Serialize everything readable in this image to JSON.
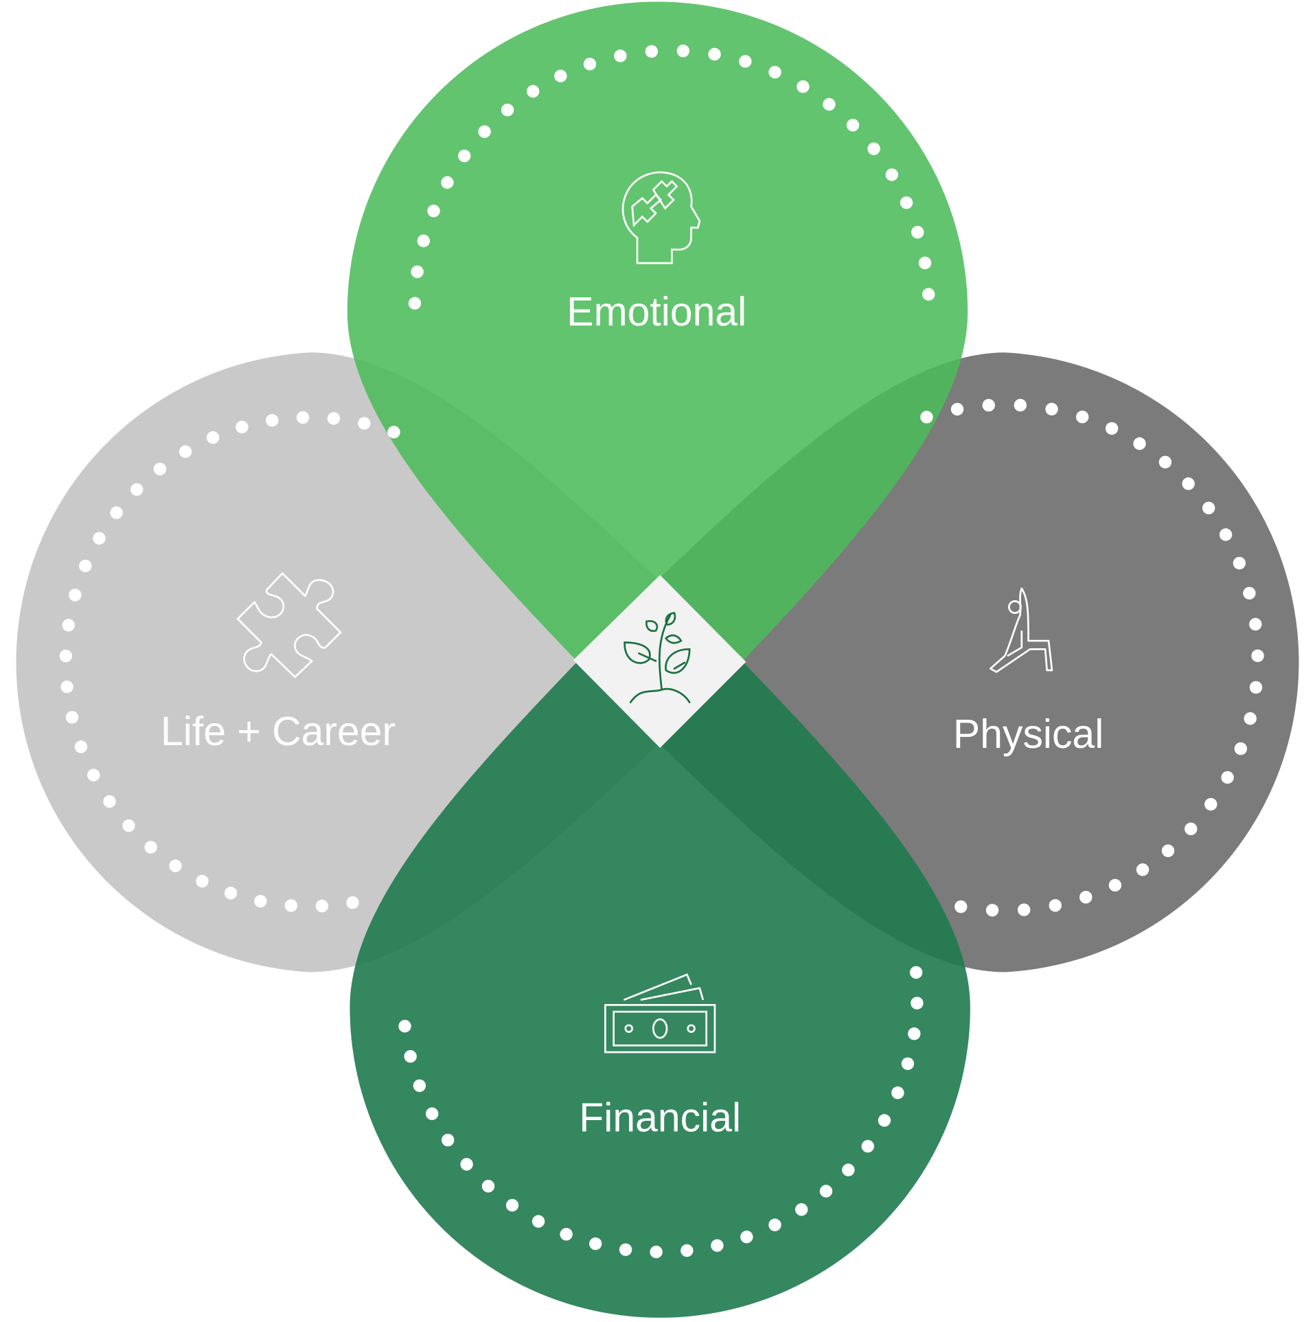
{
  "diagram": {
    "center_icon": "plant-sprout-icon",
    "petals": [
      {
        "id": "emotional",
        "label": "Emotional",
        "icon": "head-puzzle-icon",
        "color": "#4cbb5a"
      },
      {
        "id": "physical",
        "label": "Physical",
        "icon": "stretching-person-icon",
        "color": "#7b7b7b"
      },
      {
        "id": "financial",
        "label": "Financial",
        "icon": "money-bills-icon",
        "color": "#1f7a4f"
      },
      {
        "id": "life-career",
        "label": "Life + Career",
        "icon": "puzzle-piece-icon",
        "color": "#c9c9c9"
      }
    ],
    "colors": {
      "center": "#f2f2f2",
      "icon_center": "#1a7040",
      "dots": "#ffffff"
    }
  }
}
